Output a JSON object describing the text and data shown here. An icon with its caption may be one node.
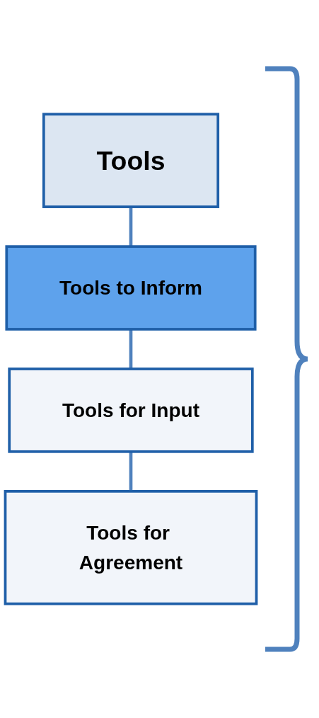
{
  "diagram": {
    "nodes": [
      {
        "text": [
          "Tools"
        ]
      },
      {
        "text": [
          "Tools to Inform"
        ]
      },
      {
        "text": [
          "Tools for Input"
        ]
      },
      {
        "text": [
          "Tools for Agreement"
        ]
      }
    ],
    "edges": [
      {
        "from": 0,
        "to": 1,
        "arrow": "none"
      },
      {
        "from": 1,
        "to": 2,
        "arrow": "none"
      },
      {
        "from": 2,
        "to": 3,
        "arrow": "none"
      }
    ]
  }
}
